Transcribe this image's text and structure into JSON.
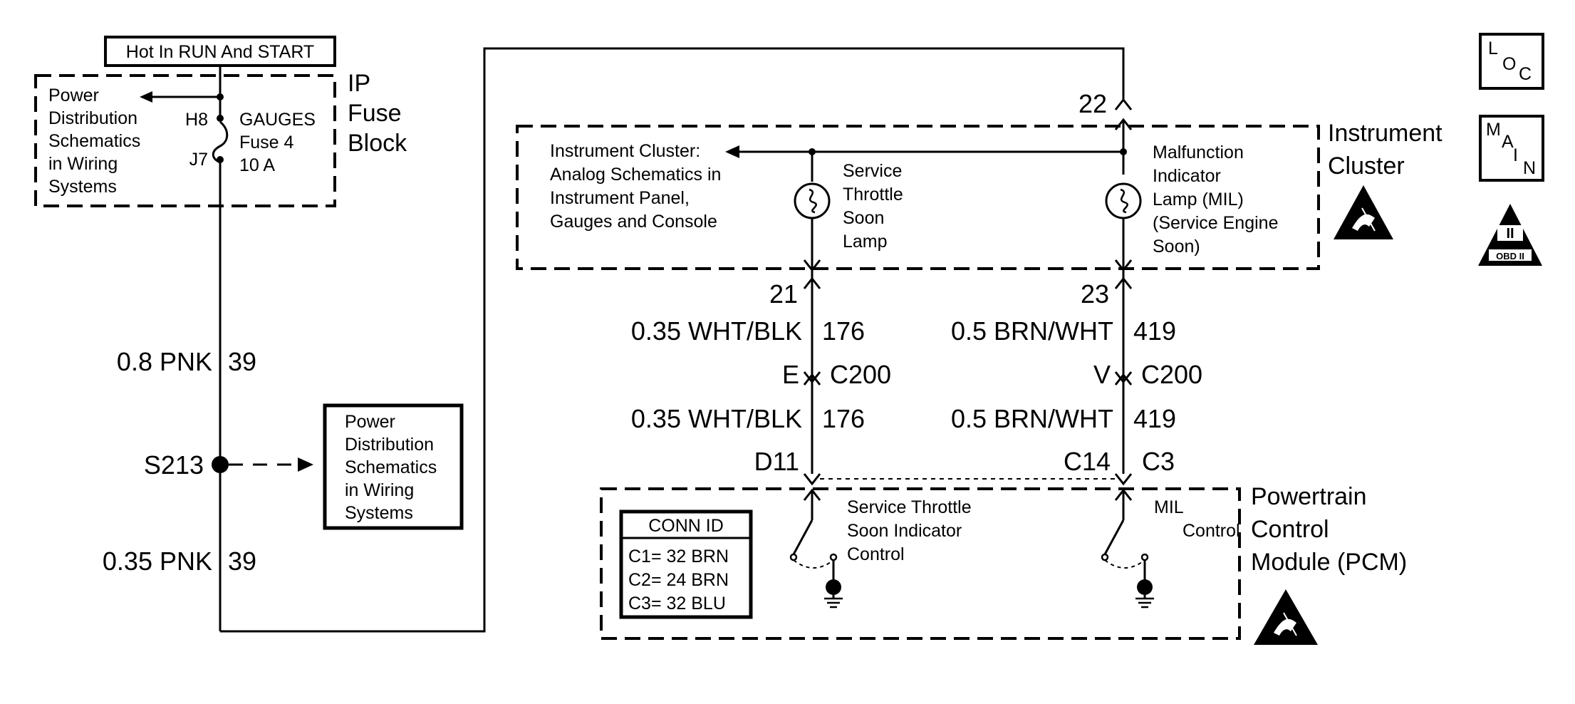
{
  "power_header": "Hot In RUN And START",
  "ip_fuse_block": {
    "title_line1": "IP",
    "title_line2": "Fuse",
    "title_line3": "Block",
    "fuse_line1": "GAUGES",
    "fuse_line2": "Fuse 4",
    "fuse_line3": "10 A",
    "pin_h8": "H8",
    "pin_j7": "J7"
  },
  "power_distribution_top": [
    "Power",
    "Distribution",
    "Schematics",
    "in Wiring",
    "Systems"
  ],
  "power_distribution_box": [
    "Power",
    "Distribution",
    "Schematics",
    "in Wiring",
    "Systems"
  ],
  "wire_labels": {
    "pnk_08": "0.8 PNK",
    "pnk_08_circuit": "39",
    "splice": "S213",
    "pnk_035": "0.35 PNK",
    "pnk_035_circuit": "39",
    "whtblk_1": "0.35 WHT/BLK",
    "whtblk_1_circuit": "176",
    "whtblk_2": "0.35 WHT/BLK",
    "whtblk_2_circuit": "176",
    "brnwht_1": "0.5 BRN/WHT",
    "brnwht_1_circuit": "419",
    "brnwht_2": "0.5 BRN/WHT",
    "brnwht_2_circuit": "419"
  },
  "connectors": {
    "pin_22": "22",
    "pin_21": "21",
    "pin_23": "23",
    "c200_left_pin": "E",
    "c200_left": "C200",
    "c200_right_pin": "V",
    "c200_right": "C200",
    "pcm_d11": "D11",
    "pcm_c14": "C14",
    "pcm_c3": "C3"
  },
  "instrument_cluster": {
    "title_line1": "Instrument",
    "title_line2": "Cluster",
    "ref_text": [
      "Instrument Cluster:",
      "Analog Schematics in",
      "Instrument Panel,",
      "Gauges and Console"
    ],
    "service_throttle_lamp": [
      "Service",
      "Throttle",
      "Soon",
      "Lamp"
    ],
    "mil_lamp": [
      "Malfunction",
      "Indicator",
      "Lamp (MIL)",
      "(Service Engine",
      "Soon)"
    ]
  },
  "pcm": {
    "title_line1": "Powertrain",
    "title_line2": "Control",
    "title_line3": "Module (PCM)",
    "stsi_control": [
      "Service Throttle",
      "Soon Indicator",
      "Control"
    ],
    "mil_control": [
      "MIL",
      "Control"
    ]
  },
  "conn_id": {
    "title": "CONN ID",
    "rows": [
      "C1= 32 BRN",
      "C2= 24 BRN",
      "C3= 32 BLU"
    ]
  },
  "icons": {
    "loc": {
      "l": "L",
      "o": "O",
      "c": "C"
    },
    "main": {
      "m": "M",
      "a": "A",
      "i": "I",
      "n": "N"
    },
    "obd": {
      "numeral": "II",
      "label": "OBD II"
    }
  }
}
